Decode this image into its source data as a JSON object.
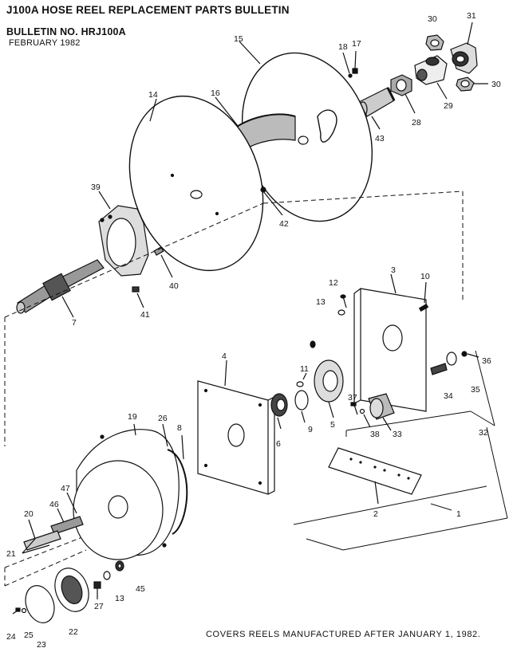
{
  "header": {
    "title": "J100A HOSE REEL REPLACEMENT PARTS BULLETIN",
    "bulletin_no": "BULLETIN NO. HRJ100A",
    "date": "FEBRUARY 1982"
  },
  "footer": {
    "note": "COVERS REELS MANUFACTURED AFTER JANUARY 1, 1982."
  },
  "callouts": [
    {
      "id": "c30a",
      "label": "30"
    },
    {
      "id": "c31",
      "label": "31"
    },
    {
      "id": "c17",
      "label": "17"
    },
    {
      "id": "c18",
      "label": "18"
    },
    {
      "id": "c15",
      "label": "15"
    },
    {
      "id": "c29",
      "label": "29"
    },
    {
      "id": "c30b",
      "label": "30"
    },
    {
      "id": "c28",
      "label": "28"
    },
    {
      "id": "c43",
      "label": "43"
    },
    {
      "id": "c14",
      "label": "14"
    },
    {
      "id": "c16",
      "label": "16"
    },
    {
      "id": "c39",
      "label": "39"
    },
    {
      "id": "c42",
      "label": "42"
    },
    {
      "id": "c40",
      "label": "40"
    },
    {
      "id": "c41",
      "label": "41"
    },
    {
      "id": "c7",
      "label": "7"
    },
    {
      "id": "c3",
      "label": "3"
    },
    {
      "id": "c12",
      "label": "12"
    },
    {
      "id": "c10",
      "label": "10"
    },
    {
      "id": "c13a",
      "label": "13"
    },
    {
      "id": "c4",
      "label": "4"
    },
    {
      "id": "c11",
      "label": "11"
    },
    {
      "id": "c36",
      "label": "36"
    },
    {
      "id": "c34",
      "label": "34"
    },
    {
      "id": "c35",
      "label": "35"
    },
    {
      "id": "c37",
      "label": "37"
    },
    {
      "id": "c6",
      "label": "6"
    },
    {
      "id": "c9",
      "label": "9"
    },
    {
      "id": "c5",
      "label": "5"
    },
    {
      "id": "c38",
      "label": "38"
    },
    {
      "id": "c33",
      "label": "33"
    },
    {
      "id": "c32",
      "label": "32"
    },
    {
      "id": "c19",
      "label": "19"
    },
    {
      "id": "c26",
      "label": "26"
    },
    {
      "id": "c8",
      "label": "8"
    },
    {
      "id": "c2",
      "label": "2"
    },
    {
      "id": "c1",
      "label": "1"
    },
    {
      "id": "c47",
      "label": "47"
    },
    {
      "id": "c46",
      "label": "46"
    },
    {
      "id": "c20",
      "label": "20"
    },
    {
      "id": "c21",
      "label": "21"
    },
    {
      "id": "c45",
      "label": "45"
    },
    {
      "id": "c27",
      "label": "27"
    },
    {
      "id": "c13b",
      "label": "13"
    },
    {
      "id": "c22",
      "label": "22"
    },
    {
      "id": "c23",
      "label": "23"
    },
    {
      "id": "c24",
      "label": "24"
    },
    {
      "id": "c25",
      "label": "25"
    }
  ]
}
